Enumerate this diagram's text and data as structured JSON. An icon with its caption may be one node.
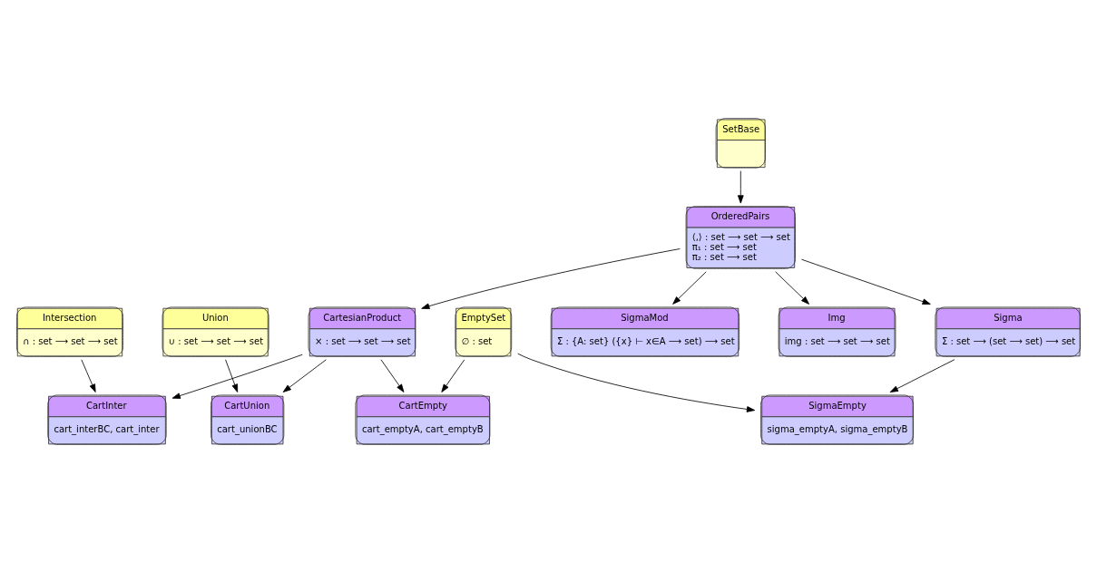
{
  "diagram": {
    "nodes": [
      {
        "text": [
          "SigmaMod",
          "Σ : {A: set} ({x} ⊢ x∈A ⟶ set) ⟶ set"
        ]
      },
      {
        "text": [
          "SetBase"
        ]
      },
      {
        "text": [
          "Img",
          "img : set ⟶ set ⟶ set"
        ]
      },
      {
        "text": [
          "Sigma",
          "Σ : set ⟶ (set ⟶ set) ⟶ set"
        ]
      },
      {
        "text": [
          "OrderedPairs",
          "⟨,⟩ : set ⟶ set ⟶ set",
          "π₁ : set ⟶ set",
          "π₂ : set ⟶ set"
        ]
      },
      {
        "text": [
          "CartInter",
          "cart_interBC, cart_inter"
        ]
      },
      {
        "text": [
          "Intersection",
          "∩ : set ⟶ set ⟶ set"
        ]
      },
      {
        "text": [
          "SigmaEmpty",
          "sigma_emptyA, sigma_emptyB"
        ]
      },
      {
        "text": [
          "CartesianProduct",
          "× : set ⟶ set ⟶ set"
        ]
      },
      {
        "text": [
          "CartUnion",
          "cart_unionBC"
        ]
      },
      {
        "text": [
          "EmptySet",
          "∅ : set"
        ]
      },
      {
        "text": [
          "CartEmpty",
          "cart_emptyA, cart_emptyB"
        ]
      },
      {
        "text": [
          "Union",
          "∪ : set ⟶ set ⟶ set"
        ]
      }
    ],
    "edges": [
      {
        "from": 1,
        "to": 4,
        "arrow": "to"
      },
      {
        "from": 4,
        "to": 0,
        "arrow": "to"
      },
      {
        "from": 4,
        "to": 2,
        "arrow": "to"
      },
      {
        "from": 4,
        "to": 3,
        "arrow": "to"
      },
      {
        "from": 4,
        "to": 8,
        "arrow": "to"
      },
      {
        "from": 3,
        "to": 7,
        "arrow": "to"
      },
      {
        "from": 6,
        "to": 5,
        "arrow": "to"
      },
      {
        "from": 8,
        "to": 5,
        "arrow": "to"
      },
      {
        "from": 8,
        "to": 9,
        "arrow": "to"
      },
      {
        "from": 8,
        "to": 11,
        "arrow": "to"
      },
      {
        "from": 10,
        "to": 7,
        "arrow": "to"
      },
      {
        "from": 10,
        "to": 11,
        "arrow": "to"
      },
      {
        "from": 12,
        "to": 9,
        "arrow": "to"
      }
    ]
  }
}
